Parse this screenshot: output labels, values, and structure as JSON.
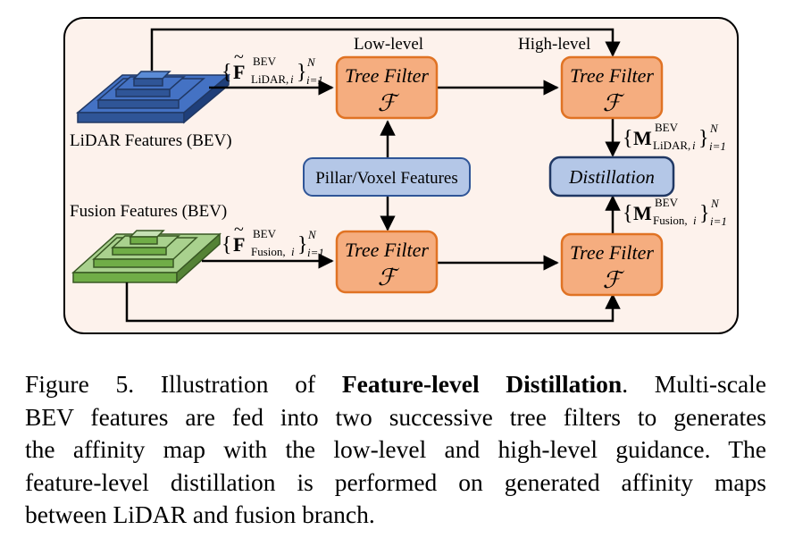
{
  "diagram": {
    "nodes": {
      "tree_filter_1": {
        "label": "Tree Filter",
        "symbol": "ℱ"
      },
      "tree_filter_2": {
        "label": "Tree Filter",
        "symbol": "ℱ"
      },
      "tree_filter_3": {
        "label": "Tree Filter",
        "symbol": "ℱ"
      },
      "tree_filter_4": {
        "label": "Tree Filter",
        "symbol": "ℱ"
      },
      "pillar_voxel": {
        "label": "Pillar/Voxel Features"
      },
      "distillation": {
        "label": "Distillation"
      }
    },
    "labels": {
      "low_level": "Low-level",
      "high_level": "High-level",
      "lidar_features": "LiDAR Features (BEV)",
      "fusion_features": "Fusion Features (BEV)"
    },
    "formulas": {
      "f_lidar": {
        "open": "{",
        "base": "F",
        "tilde": "~",
        "sup": "BEV",
        "sub": "LiDAR,",
        "sub_i": "i",
        "close": "}",
        "lim_sup": "N",
        "lim_sub": "i=1"
      },
      "f_fusion": {
        "open": "{",
        "base": "F",
        "tilde": "~",
        "sup": "BEV",
        "sub": "Fusion,",
        "sub_i": "i",
        "close": "}",
        "lim_sup": "N",
        "lim_sub": "i=1"
      },
      "m_lidar": {
        "open": "{",
        "base": "M",
        "sup": "BEV",
        "sub": "LiDAR,",
        "sub_i": "i",
        "close": "}",
        "lim_sup": "N",
        "lim_sub": "i=1"
      },
      "m_fusion": {
        "open": "{",
        "base": "M",
        "sup": "BEV",
        "sub": "Fusion,",
        "sub_i": "i",
        "close": "}",
        "lim_sup": "N",
        "lim_sub": "i=1"
      }
    },
    "colors": {
      "panel_bg": "#fdf2ec",
      "tree_filter_fill": "#f5ad7f",
      "tree_filter_stroke": "#e07324",
      "pillar_fill": "#b4c7e7",
      "pillar_stroke": "#2f5597",
      "distill_fill": "#b4c7e7",
      "distill_stroke": "#203864",
      "lidar_blue": "#4472c4",
      "fusion_green": "#a9d18e"
    }
  },
  "caption": {
    "figure_label": "Figure 5.",
    "lead": "Illustration of",
    "bold_term": "Feature-level Distillation",
    "after_bold": ".  Multi-scale",
    "line2": "BEV features are fed into two successive tree filters to generates",
    "line3": "the affinity map with the low-level and high-level guidance.  The",
    "line4": "feature-level distillation is performed on generated affinity maps",
    "line5": "between LiDAR and fusion branch."
  }
}
